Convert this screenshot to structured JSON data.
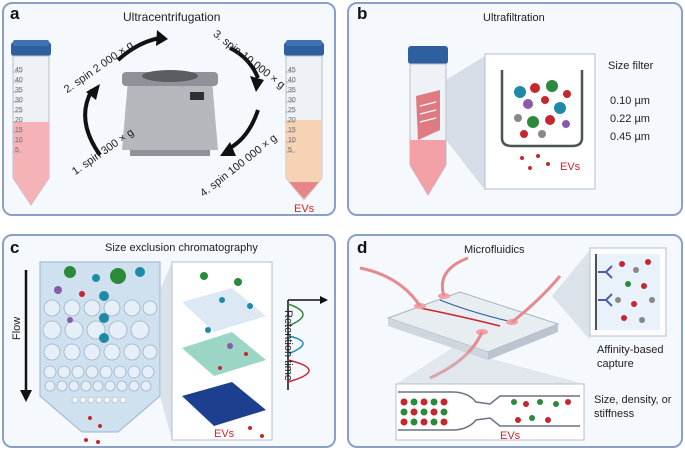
{
  "panels": {
    "a": {
      "letter": "a",
      "title": "Ultracentrifugation",
      "steps": [
        "1. spin 300 × g",
        "2. spin 2 000 × g",
        "3. spin 10 000 × g",
        "4. spin 100 000 × g"
      ],
      "tube_marks": [
        "45",
        "40",
        "35",
        "30",
        "25",
        "20",
        "15",
        "10",
        "5"
      ],
      "evs_label": "EVs"
    },
    "b": {
      "letter": "b",
      "title": "Ultrafiltration",
      "filter_heading": "Size filter",
      "filter_sizes": [
        "0.10 µm",
        "0.22 µm",
        "0.45 µm"
      ],
      "evs_label": "EVs"
    },
    "c": {
      "letter": "c",
      "title": "Size exclusion chromatography",
      "flow_label": "Flow",
      "retention_label": "Retention time",
      "evs_label": "EVs"
    },
    "d": {
      "letter": "d",
      "title": "Microfluidics",
      "affinity_label_1": "Affinity-based",
      "affinity_label_2": "capture",
      "size_label_1": "Size, density, or",
      "size_label_2": "stiffness",
      "evs_label": "EVs"
    }
  },
  "colors": {
    "panel_border": "#8aa0c8",
    "panel_fill": "#f5f8fc",
    "ev_red": "#c8262e",
    "cap_blue": "#2e5f9e"
  }
}
